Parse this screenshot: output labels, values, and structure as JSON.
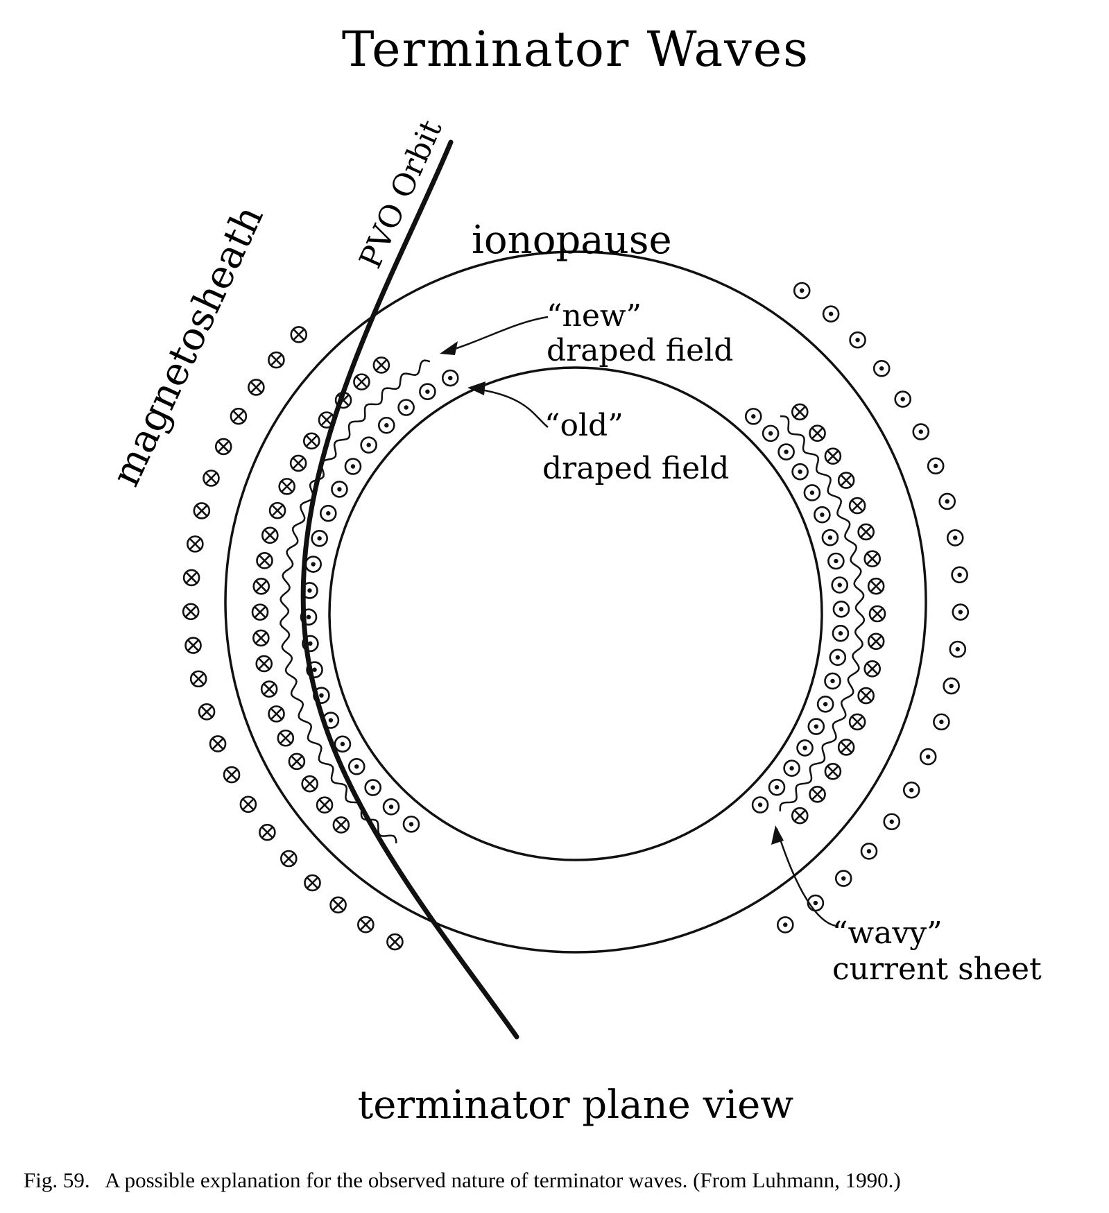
{
  "title": "Terminator Waves",
  "labels": {
    "magnetosheath": "magnetosheath",
    "pvo_orbit": "PVO Orbit",
    "ionopause": "ionopause",
    "new_line1": "“new”",
    "new_line2": "draped field",
    "old_line1": "“old”",
    "old_line2": "draped field",
    "wavy_line1": "“wavy”",
    "wavy_line2": "current sheet",
    "view": "terminator plane view"
  },
  "caption": "Fig. 59.   A possible explanation for the observed nature of terminator waves. (From Luhmann, 1990.)",
  "symbols": {
    "into_page": "circle-cross-icon",
    "out_of_page": "circle-dot-icon"
  }
}
